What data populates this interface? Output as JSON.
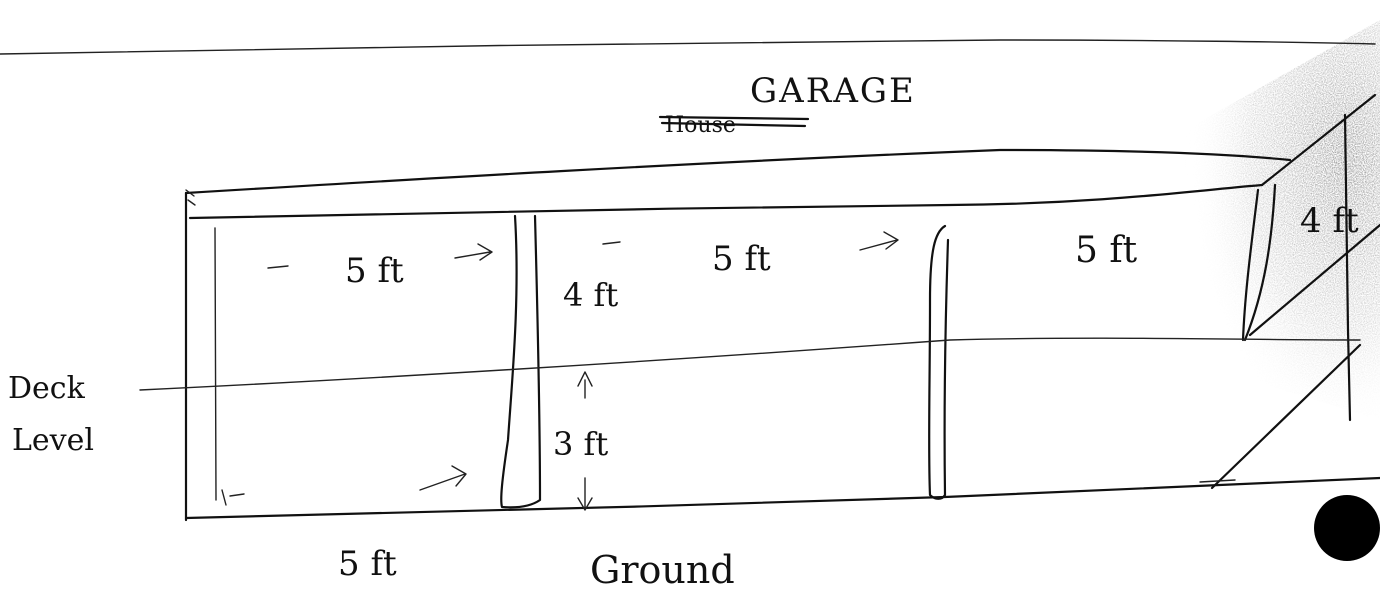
{
  "labels": {
    "garage": "GARAGE",
    "house_struck": "House",
    "deck_level_line1": "Deck",
    "deck_level_line2": "Level",
    "ground": "Ground",
    "panel1_width": "5 ft",
    "panel2_width": "5 ft",
    "panel3_width": "5 ft",
    "upper_height": "4 ft",
    "lower_height": "3 ft",
    "bottom_width": "5 ft",
    "end_height": "4 ft"
  },
  "colors": {
    "ink": "#111111",
    "paper": "#ffffff",
    "shade": "#8a8a8a"
  }
}
